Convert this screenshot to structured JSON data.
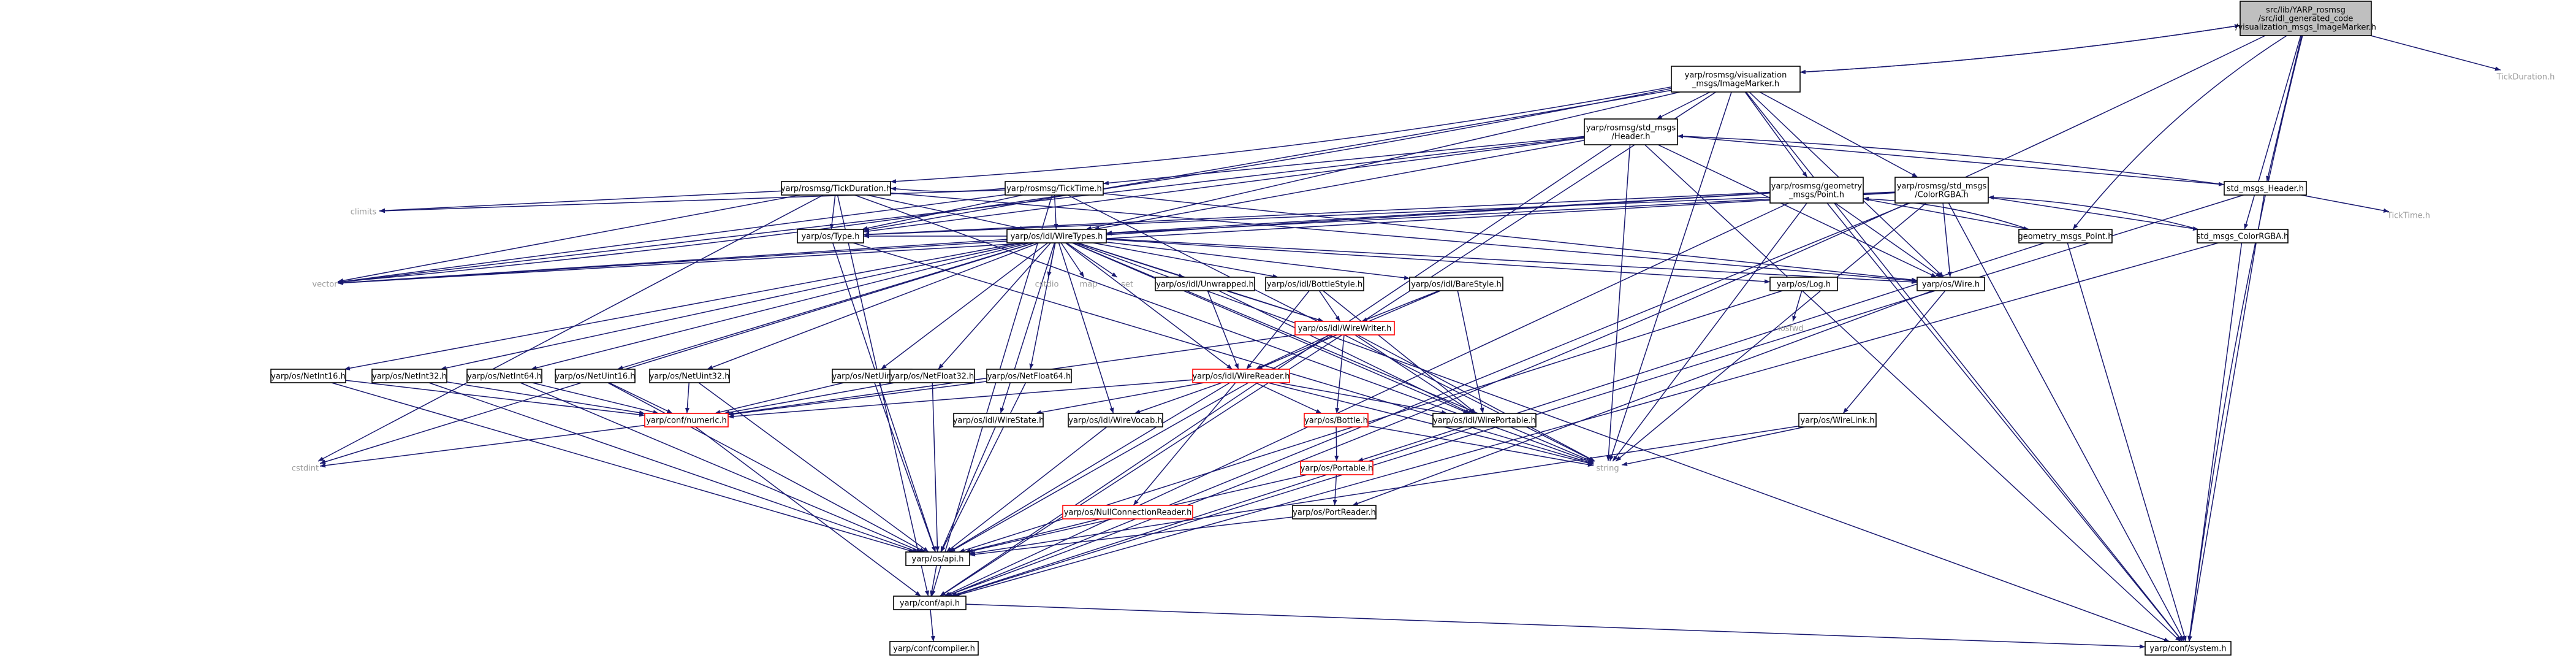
{
  "title": "src/lib/YARP_rosmsg/src/idl_generated_code/visualization_msgs_ImageMarker.h",
  "nodes": {
    "root": {
      "lines": [
        "src/lib/YARP_rosmsg",
        "/src/idl_generated_code",
        "/visualization_msgs_ImageMarker.h"
      ]
    },
    "tickduration_top": {
      "lines": [
        "TickDuration.h"
      ]
    },
    "vis_imagemarker": {
      "lines": [
        "yarp/rosmsg/visualization",
        "_msgs/ImageMarker.h"
      ]
    },
    "std_header_ros": {
      "lines": [
        "yarp/rosmsg/std_msgs",
        "/Header.h"
      ]
    },
    "ros_tickduration": {
      "lines": [
        "yarp/rosmsg/TickDuration.h"
      ]
    },
    "ros_ticktime": {
      "lines": [
        "yarp/rosmsg/TickTime.h"
      ]
    },
    "geometry_point_ros": {
      "lines": [
        "yarp/rosmsg/geometry",
        "_msgs/Point.h"
      ]
    },
    "std_colorrgba_ros": {
      "lines": [
        "yarp/rosmsg/std_msgs",
        "/ColorRGBA.h"
      ]
    },
    "std_msgs_header": {
      "lines": [
        "std_msgs_Header.h"
      ]
    },
    "ticktime_plain": {
      "lines": [
        "TickTime.h"
      ]
    },
    "climits": {
      "lines": [
        "climits"
      ]
    },
    "os_type": {
      "lines": [
        "yarp/os/Type.h"
      ]
    },
    "wiretypes": {
      "lines": [
        "yarp/os/idl/WireTypes.h"
      ]
    },
    "geometry_msgs_point": {
      "lines": [
        "geometry_msgs_Point.h"
      ]
    },
    "std_msgs_colorrgba": {
      "lines": [
        "std_msgs_ColorRGBA.h"
      ]
    },
    "vector": {
      "lines": [
        "vector"
      ]
    },
    "cstdio": {
      "lines": [
        "cstdio"
      ]
    },
    "map": {
      "lines": [
        "map"
      ]
    },
    "set": {
      "lines": [
        "set"
      ]
    },
    "unwrapped": {
      "lines": [
        "yarp/os/idl/Unwrapped.h"
      ]
    },
    "bottlestyle": {
      "lines": [
        "yarp/os/idl/BottleStyle.h"
      ]
    },
    "bareastyle": {
      "lines": [
        "yarp/os/idl/BareStyle.h"
      ]
    },
    "os_log": {
      "lines": [
        "yarp/os/Log.h"
      ]
    },
    "os_wire": {
      "lines": [
        "yarp/os/Wire.h"
      ]
    },
    "iosfwd": {
      "lines": [
        "iosfwd"
      ]
    },
    "wirewriter": {
      "lines": [
        "yarp/os/idl/WireWriter.h"
      ]
    },
    "netint16": {
      "lines": [
        "yarp/os/NetInt16.h"
      ]
    },
    "netint32": {
      "lines": [
        "yarp/os/NetInt32.h"
      ]
    },
    "netint64": {
      "lines": [
        "yarp/os/NetInt64.h"
      ]
    },
    "netuint16": {
      "lines": [
        "yarp/os/NetUint16.h"
      ]
    },
    "netuint32": {
      "lines": [
        "yarp/os/NetUint32.h"
      ]
    },
    "netuint64": {
      "lines": [
        "yarp/os/NetUint64.h"
      ]
    },
    "netfloat32": {
      "lines": [
        "yarp/os/NetFloat32.h"
      ]
    },
    "netfloat64": {
      "lines": [
        "yarp/os/NetFloat64.h"
      ]
    },
    "wirereader": {
      "lines": [
        "yarp/os/idl/WireReader.h"
      ]
    },
    "wirelink": {
      "lines": [
        "yarp/os/WireLink.h"
      ]
    },
    "conf_numeric": {
      "lines": [
        "yarp/conf/numeric.h"
      ]
    },
    "wirestate": {
      "lines": [
        "yarp/os/idl/WireState.h"
      ]
    },
    "wirevocab": {
      "lines": [
        "yarp/os/idl/WireVocab.h"
      ]
    },
    "os_bottle": {
      "lines": [
        "yarp/os/Bottle.h"
      ]
    },
    "wireportable": {
      "lines": [
        "yarp/os/idl/WirePortable.h"
      ]
    },
    "cstdint": {
      "lines": [
        "cstdint"
      ]
    },
    "string": {
      "lines": [
        "string"
      ]
    },
    "os_portable": {
      "lines": [
        "yarp/os/Portable.h"
      ]
    },
    "nullconnectionreader": {
      "lines": [
        "yarp/os/NullConnectionReader.h"
      ]
    },
    "portreader": {
      "lines": [
        "yarp/os/PortReader.h"
      ]
    },
    "os_api": {
      "lines": [
        "yarp/os/api.h"
      ]
    },
    "conf_api": {
      "lines": [
        "yarp/conf/api.h"
      ]
    },
    "conf_compiler": {
      "lines": [
        "yarp/conf/compiler.h"
      ]
    },
    "conf_system": {
      "lines": [
        "yarp/conf/system.h"
      ]
    }
  },
  "colors": {
    "edge": "#191970",
    "root_fill": "#bfbfbf",
    "node_fill": "#ffffff",
    "node_border": "#000000",
    "incomplete_border": "#ff0000",
    "external_text": "#9a9a9a"
  }
}
